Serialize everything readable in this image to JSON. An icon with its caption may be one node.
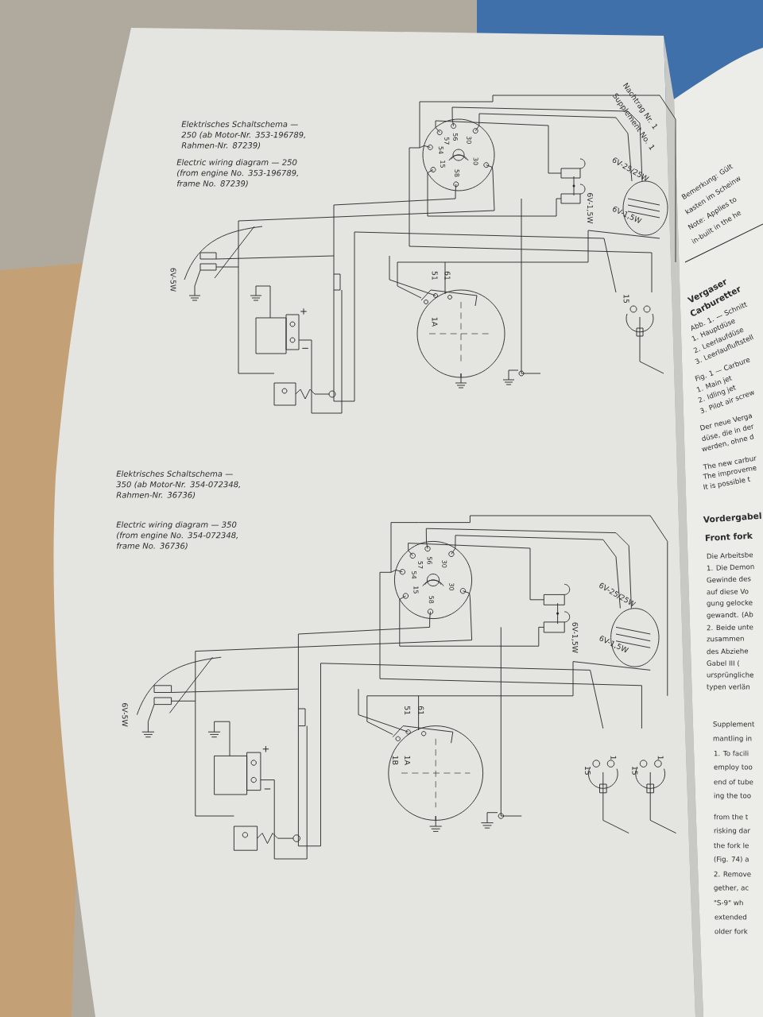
{
  "diagram": {
    "labels": [
      "Nachtrag Nr. 1",
      "Supplement No. 1",
      "Elektrisches Schaltschema — 250 (ab Motor-Nr. 353-196789, Rahmen-Nr. 87239)",
      "Electric wiring diagram — 250 (from engine No. 353-196789, frame No. 87239)",
      "56",
      "30",
      "57",
      "54",
      "30",
      "15",
      "58",
      "6V-25/25W",
      "6V-1,5W",
      "6V-1,5W",
      "6V-5W",
      "+",
      "−",
      "51",
      "61",
      "1A",
      "15",
      "Elektrisches Schaltschema — 350 (ab Motor-Nr. 354-072348, Rahmen-Nr. 36736)",
      "Electric wiring diagram — 350 (from engine No. 354-072348, frame No. 36736)",
      "56",
      "30",
      "57",
      "54",
      "30",
      "15",
      "58",
      "6V-25/25W",
      "6V-1,5W",
      "6V-1,5W",
      "6V-5W",
      "+",
      "−",
      "51",
      "61",
      "1B",
      "1A",
      "15",
      "1",
      "15",
      "1",
      "Bemerkung: Gült",
      "kasten im Scheinw",
      "Note: Applies to",
      "in-built in the he",
      "Vergaser",
      "Carburetter",
      "Abb. 1. — Schnitt",
      "1. Hauptdüse",
      "2. Leerlaufdüse",
      "3. Leerlaufluftstell",
      "Fig. 1 — Carbure",
      "1. Main jet",
      "2. Idling jet",
      "3. Pilot air screw",
      "Der neue Verga",
      "düse, die in der",
      "werden, ohne d",
      "The new carbur",
      "The improveme",
      "It is possible t",
      "Vordergabel",
      "Front fork",
      "Die Arbeitsbe",
      "1. Die Demon",
      "Gewinde des",
      "auf diese Vo",
      "gung gelocke",
      "gewandt. (Ab",
      "2. Beide unte",
      "zusammen",
      "des Abziehe",
      "Gabel III (",
      "ursprüngliche",
      "typen verlän",
      "Supplement",
      "mantling in",
      "1. To facili",
      "employ too",
      "end of tube",
      "ing the too",
      "from the t",
      "risking dar",
      "the fork le",
      "(Fig. 74) a",
      "2. Remove",
      "gether, ac",
      "\"S-9\" wh",
      "extended",
      "older fork"
    ]
  }
}
